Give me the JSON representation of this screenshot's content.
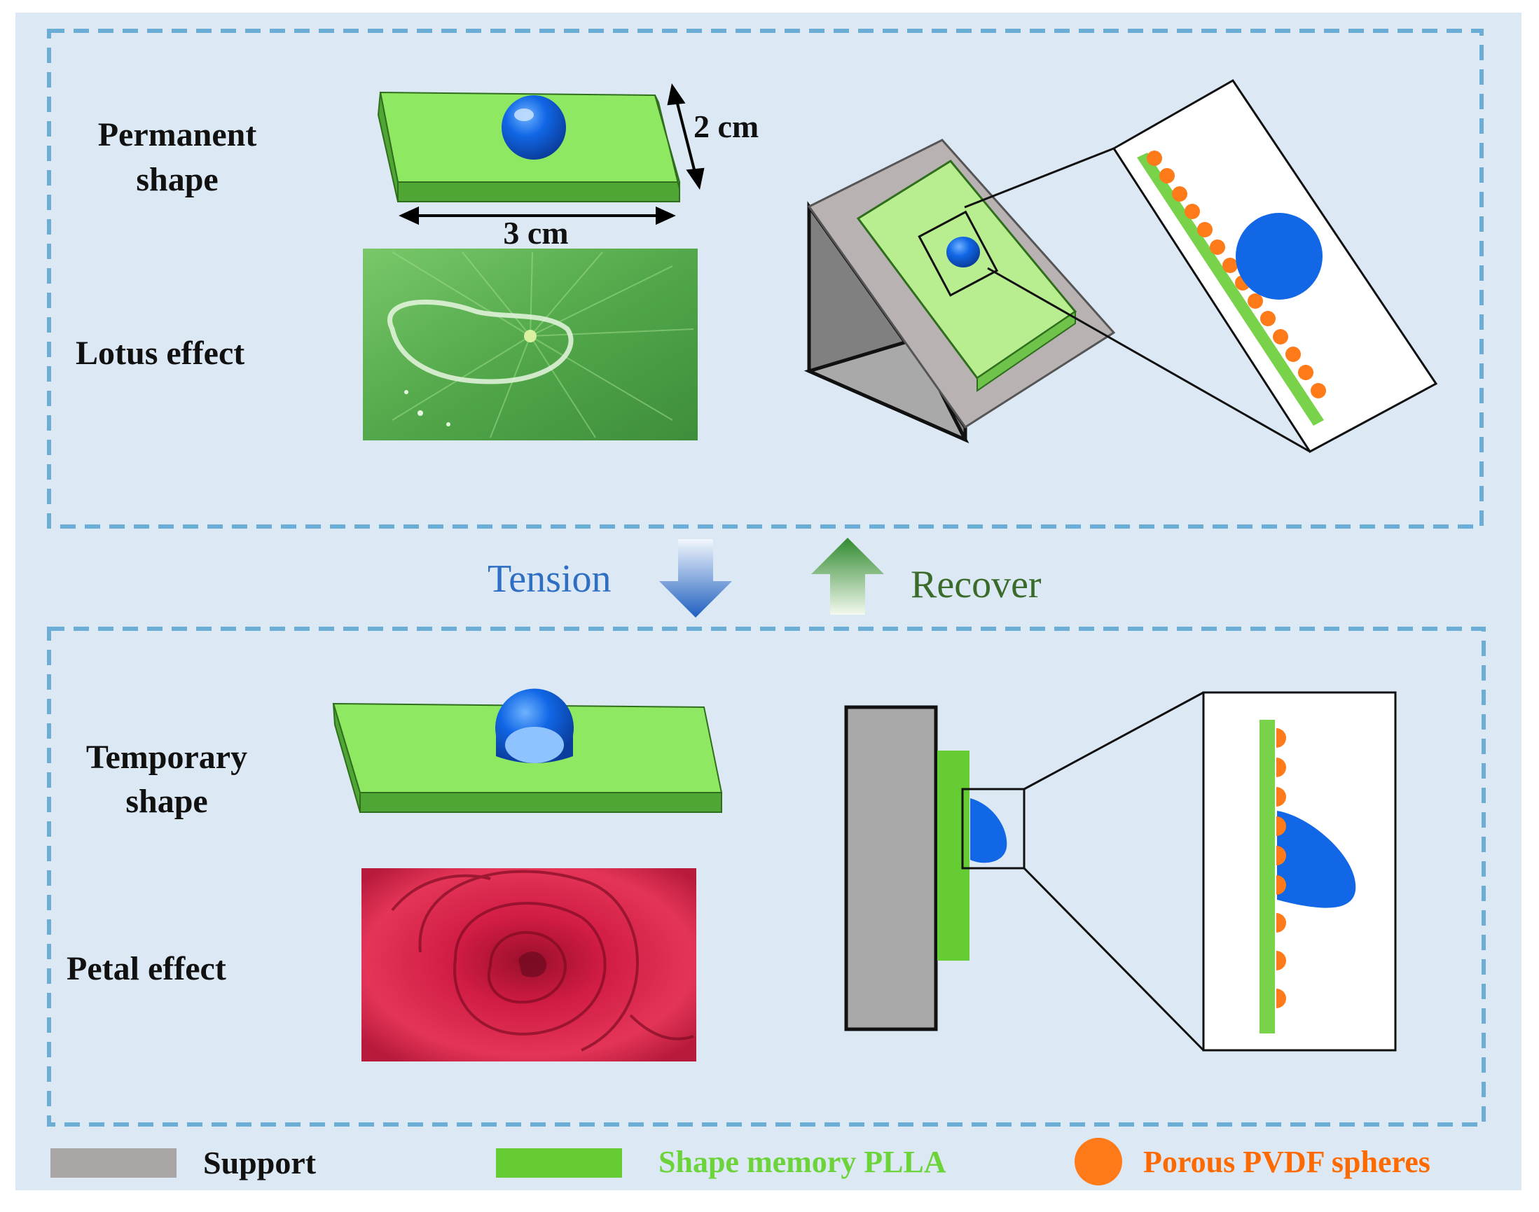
{
  "permanent_panel": {
    "label_line1": "Permanent",
    "label_line2": "shape",
    "dim_height": "2 cm",
    "dim_width": "3 cm",
    "photo_label": "Lotus effect"
  },
  "transition": {
    "tension_label": "Tension",
    "recover_label": "Recover"
  },
  "temporary_panel": {
    "label_line1": "Temporary",
    "label_line2": "shape",
    "photo_label": "Petal effect"
  },
  "legend": {
    "items": [
      {
        "label": "Support",
        "color": "#aaa6a6"
      },
      {
        "label": "Shape memory PLLA",
        "color": "#66cc33"
      },
      {
        "label": "Porous PVDF spheres",
        "color": "#ff7a18"
      }
    ]
  },
  "colors": {
    "background": "#dce9f5",
    "frame": "#6aaed6",
    "plla_top": "#8fe862",
    "plla_side": "#4fa634",
    "droplet": "#1167e6",
    "tension_text": "#2e6fc4",
    "recover_text": "#3b6b2a",
    "pvdf_text": "#ff6a00",
    "plla_text": "#6cd43a"
  }
}
